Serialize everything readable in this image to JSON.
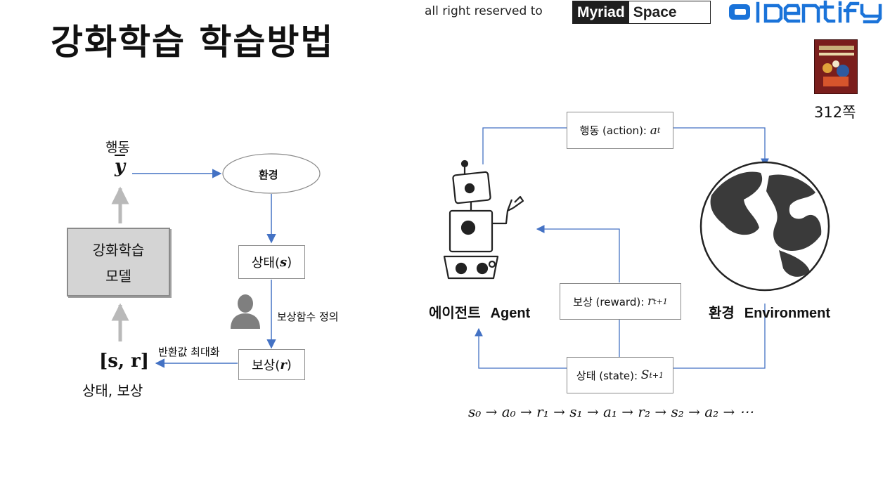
{
  "title": "강화학습 학습방법",
  "credit": {
    "text": "all right reserved to",
    "myriad_dark": "Myriad",
    "myriad_light": "Space",
    "aidentify_logo": "aIdentify"
  },
  "book": {
    "page": "312쪽"
  },
  "left_diagram": {
    "action_label": "행동",
    "action_symbol": "y",
    "environment": "환경",
    "model_line1": "강화학습",
    "model_line2": "모델",
    "state_label": "상태(",
    "state_symbol": "s",
    "reward_func": "보상함수 정의",
    "reward_label": "보상(",
    "reward_symbol": "r",
    "close_paren": ")",
    "maximize": "반환값 최대화",
    "output_symbol": "[s, r]",
    "output_caption": "상태, 보상"
  },
  "right_diagram": {
    "action_box_text": "행동 (action):",
    "action_box_sym": "a",
    "action_box_sub": "t",
    "agent_label": "에이전트",
    "agent_label_en": "Agent",
    "env_label": "환경",
    "env_label_en": "Environment",
    "reward_box_text": "보상 (reward):",
    "reward_box_sym": "r",
    "reward_box_sub": "t+1",
    "state_box_text": "상태 (state):",
    "state_box_sym": "S",
    "state_box_sub": "t+1",
    "sequence": "s₀ → a₀ → r₁ → s₁ → a₁ → r₂ → s₂ → a₂ → ⋯"
  },
  "colors": {
    "arrow_blue": "#4472c4",
    "arrow_gray": "#b9b9b9",
    "aidentify_blue": "#1a73d9"
  }
}
